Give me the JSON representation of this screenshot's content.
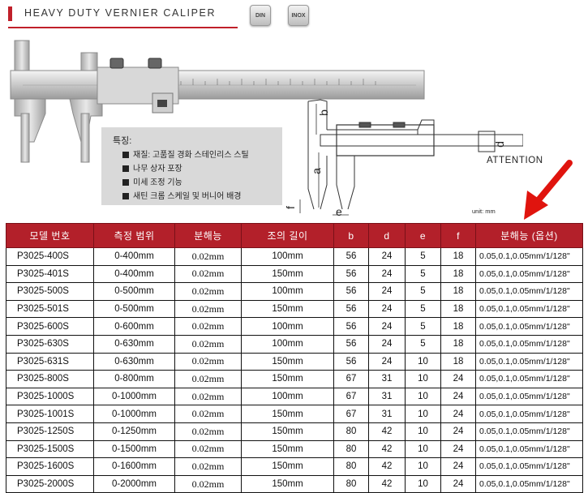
{
  "header": {
    "title": "HEAVY DUTY VERNIER CALIPER",
    "badges": [
      "DIN",
      "INOX"
    ]
  },
  "features": {
    "title": "특징:",
    "items": [
      "재질: 고품질 경화 스테인리스 스틸",
      "나무 상자 포장",
      "미세 조정 기능",
      "새틴 크롬 스케일 및 버니어 배경"
    ]
  },
  "drawing": {
    "labels": {
      "b": "b",
      "a": "a",
      "d": "d",
      "f": "f",
      "e": "e"
    },
    "attention": "ATTENTION",
    "unit": "unit: mm"
  },
  "table": {
    "columns": [
      "모델 번호",
      "측정 범위",
      "분해능",
      "조의 길이",
      "b",
      "d",
      "e",
      "f",
      "분해능 (옵션)"
    ],
    "rows": [
      [
        "P3025-400S",
        "0-400mm",
        "0.02mm",
        "100mm",
        "56",
        "24",
        "5",
        "18",
        "0.05,0.1,0.05mm/1/128\""
      ],
      [
        "P3025-401S",
        "0-400mm",
        "0.02mm",
        "150mm",
        "56",
        "24",
        "5",
        "18",
        "0.05,0.1,0.05mm/1/128\""
      ],
      [
        "P3025-500S",
        "0-500mm",
        "0.02mm",
        "100mm",
        "56",
        "24",
        "5",
        "18",
        "0.05,0.1,0.05mm/1/128\""
      ],
      [
        "P3025-501S",
        "0-500mm",
        "0.02mm",
        "150mm",
        "56",
        "24",
        "5",
        "18",
        "0.05,0.1,0.05mm/1/128\""
      ],
      [
        "P3025-600S",
        "0-600mm",
        "0.02mm",
        "100mm",
        "56",
        "24",
        "5",
        "18",
        "0.05,0.1,0.05mm/1/128\""
      ],
      [
        "P3025-630S",
        "0-630mm",
        "0.02mm",
        "100mm",
        "56",
        "24",
        "5",
        "18",
        "0.05,0.1,0.05mm/1/128\""
      ],
      [
        "P3025-631S",
        "0-630mm",
        "0.02mm",
        "150mm",
        "56",
        "24",
        "10",
        "18",
        "0.05,0.1,0.05mm/1/128\""
      ],
      [
        "P3025-800S",
        "0-800mm",
        "0.02mm",
        "150mm",
        "67",
        "31",
        "10",
        "24",
        "0.05,0.1,0.05mm/1/128\""
      ],
      [
        "P3025-1000S",
        "0-1000mm",
        "0.02mm",
        "100mm",
        "67",
        "31",
        "10",
        "24",
        "0.05,0.1,0.05mm/1/128\""
      ],
      [
        "P3025-1001S",
        "0-1000mm",
        "0.02mm",
        "150mm",
        "67",
        "31",
        "10",
        "24",
        "0.05,0.1,0.05mm/1/128\""
      ],
      [
        "P3025-1250S",
        "0-1250mm",
        "0.02mm",
        "150mm",
        "80",
        "42",
        "10",
        "24",
        "0.05,0.1,0.05mm/1/128\""
      ],
      [
        "P3025-1500S",
        "0-1500mm",
        "0.02mm",
        "150mm",
        "80",
        "42",
        "10",
        "24",
        "0.05,0.1,0.05mm/1/128\""
      ],
      [
        "P3025-1600S",
        "0-1600mm",
        "0.02mm",
        "150mm",
        "80",
        "42",
        "10",
        "24",
        "0.05,0.1,0.05mm/1/128\""
      ],
      [
        "P3025-2000S",
        "0-2000mm",
        "0.02mm",
        "150mm",
        "80",
        "42",
        "10",
        "24",
        "0.05,0.1,0.05mm/1/128\""
      ]
    ]
  },
  "colors": {
    "accent": "#b3202a",
    "features_bg": "#d9d9d9"
  }
}
